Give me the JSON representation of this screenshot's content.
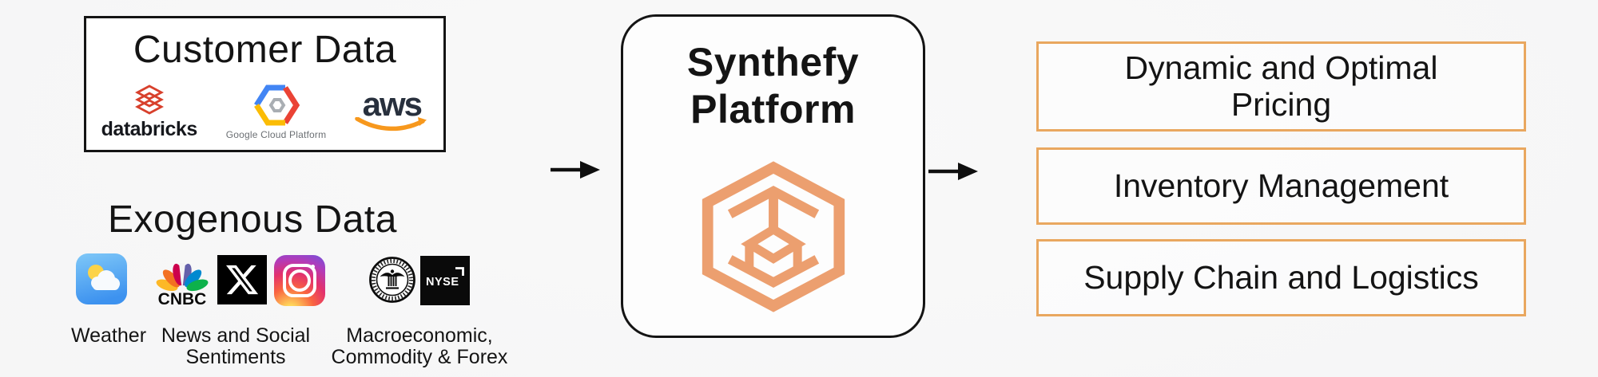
{
  "colors": {
    "accent_orange": "#E9A75F",
    "logo_orange": "#EC9F6F",
    "ink": "#141414",
    "databricks_red": "#D8402C",
    "aws_orange": "#F7981D"
  },
  "customer_box": {
    "title": "Customer Data",
    "logos": {
      "databricks": {
        "label": "databricks"
      },
      "gcp": {
        "label": "Google Cloud Platform"
      },
      "aws": {
        "label": "aws"
      }
    }
  },
  "exogenous": {
    "title": "Exogenous Data",
    "cnbc_label": "CNBC",
    "nyse_label": "NYSE",
    "captions": {
      "weather": "Weather",
      "news_line1": "News and Social",
      "news_line2": "Sentiments",
      "macro_line1": "Macroeconomic,",
      "macro_line2": "Commodity & Forex"
    }
  },
  "platform": {
    "title_line1": "Synthefy",
    "title_line2": "Platform"
  },
  "outputs": {
    "box1_line1": "Dynamic and Optimal",
    "box1_line2": "Pricing",
    "box2": "Inventory Management",
    "box3": "Supply Chain and Logistics"
  }
}
